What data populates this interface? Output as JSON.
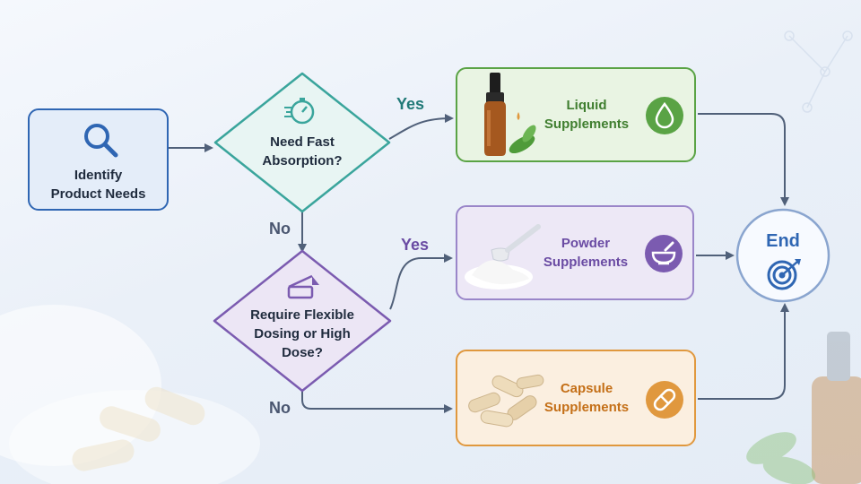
{
  "nodes": {
    "start": {
      "label": "Identify\nProduct Needs",
      "icon": "search-icon"
    },
    "decision_absorption": {
      "label": "Need Fast\nAbsorption?",
      "icon": "stopwatch-icon"
    },
    "decision_dosing": {
      "label": "Require Flexible\nDosing or High\nDose?",
      "icon": "scale-icon"
    },
    "liquid": {
      "label": "Liquid\nSupplements",
      "icon": "droplet-icon",
      "image": "dropper-bottle-icon"
    },
    "powder": {
      "label": "Powder\nSupplements",
      "icon": "mortar-icon",
      "image": "powder-scoop-icon"
    },
    "capsule": {
      "label": "Capsule\nSupplements",
      "icon": "capsule-icon",
      "image": "capsules-pile-icon"
    },
    "end": {
      "label": "End",
      "icon": "target-icon"
    }
  },
  "edges": {
    "absorption_yes": "Yes",
    "absorption_no": "No",
    "dosing_yes": "Yes",
    "dosing_no": "No"
  },
  "colors": {
    "blue": "#2f66b3",
    "teal": "#3aa59c",
    "green": "#5aa345",
    "purple": "#7b5bb0",
    "orange": "#e0983e",
    "arrow": "#506079",
    "edge_yes": "#217a78",
    "edge_no": "#4a5670"
  }
}
